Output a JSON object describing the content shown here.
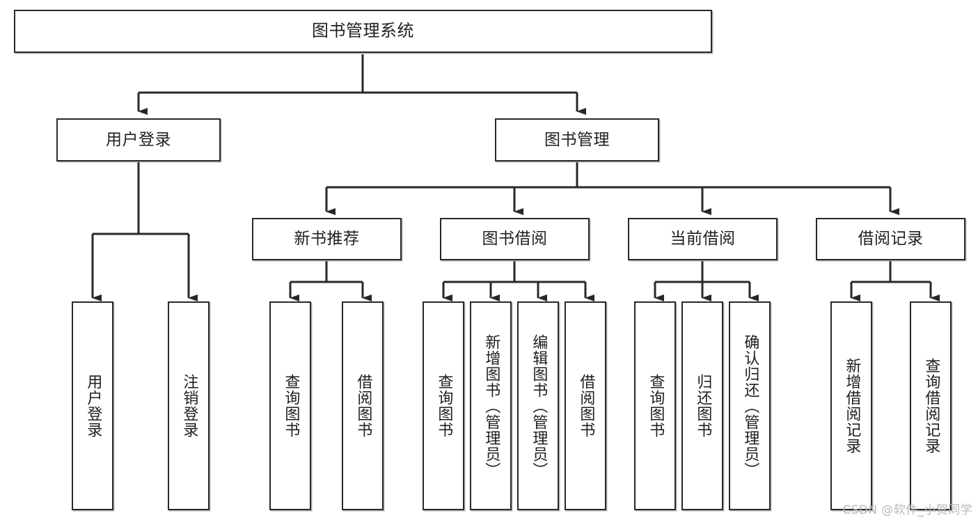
{
  "diagram": {
    "title": "图书管理系统",
    "type": "tree-hierarchy-diagram",
    "watermark": "CSDN @软件_小贺同学",
    "colors": {
      "box_border": "#26292b",
      "box_fill": "#ffffff",
      "connector": "#26292b",
      "text": "#1d1f21",
      "watermark": "#b6b8ba",
      "background": "#ffffff"
    },
    "nodes": {
      "root": {
        "label": "图书管理系统"
      },
      "level2": [
        {
          "id": "user-login",
          "label": "用户登录"
        },
        {
          "id": "book-manage",
          "label": "图书管理"
        }
      ],
      "level3": [
        {
          "id": "new-book-recommend",
          "label": "新书推荐"
        },
        {
          "id": "book-borrow",
          "label": "图书借阅"
        },
        {
          "id": "current-borrow",
          "label": "当前借阅"
        },
        {
          "id": "borrow-record",
          "label": "借阅记录"
        }
      ],
      "leaves": {
        "user_login": [
          {
            "id": "leaf-user-login",
            "label": "用户登录"
          },
          {
            "id": "leaf-logout-login",
            "label": "注销登录"
          }
        ],
        "new_book_recommend": [
          {
            "id": "leaf-query-book-1",
            "label": "查询图书"
          },
          {
            "id": "leaf-borrow-book-1",
            "label": "借阅图书"
          }
        ],
        "book_borrow": [
          {
            "id": "leaf-query-book-2",
            "label": "查询图书"
          },
          {
            "id": "leaf-add-book",
            "label": "新增图书（管理员）"
          },
          {
            "id": "leaf-edit-book",
            "label": "编辑图书（管理员）"
          },
          {
            "id": "leaf-borrow-book-2",
            "label": "借阅图书"
          }
        ],
        "current_borrow": [
          {
            "id": "leaf-query-book-3",
            "label": "查询图书"
          },
          {
            "id": "leaf-return-book",
            "label": "归还图书"
          },
          {
            "id": "leaf-confirm-return",
            "label": "确认归还（管理员）"
          }
        ],
        "borrow_record": [
          {
            "id": "leaf-add-record",
            "label": "新增借阅记录"
          },
          {
            "id": "leaf-query-record",
            "label": "查询借阅记录"
          }
        ]
      }
    }
  }
}
